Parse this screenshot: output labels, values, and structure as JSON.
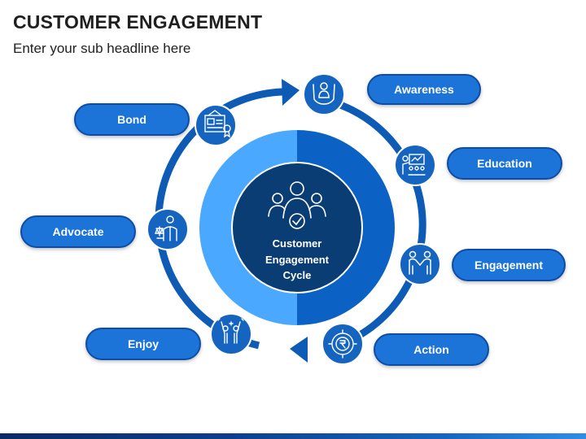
{
  "title": "CUSTOMER ENGAGEMENT",
  "subtitle": "Enter your sub headline here",
  "center": {
    "line1": "Customer",
    "line2": "Engagement",
    "line3": "Cycle",
    "icon": "customer-group-check-icon"
  },
  "stages": [
    {
      "label": "Awareness",
      "icon": "hands-person-icon"
    },
    {
      "label": "Education",
      "icon": "presentation-board-icon"
    },
    {
      "label": "Engagement",
      "icon": "handshake-people-icon"
    },
    {
      "label": "Action",
      "icon": "rupee-coin-icon"
    },
    {
      "label": "Enjoy",
      "icon": "celebrating-people-icon"
    },
    {
      "label": "Advocate",
      "icon": "lawyer-scales-icon"
    },
    {
      "label": "Bond",
      "icon": "certificate-bond-icon"
    }
  ],
  "colors": {
    "pill": "#1a73d8",
    "pill_border": "#0b4ea8",
    "icon_circle": "#1565c0",
    "ring": "#0d5bb5",
    "outer_left": "#4aa8ff",
    "outer_right": "#0b62c4",
    "center_dark": "#0a3d73"
  }
}
